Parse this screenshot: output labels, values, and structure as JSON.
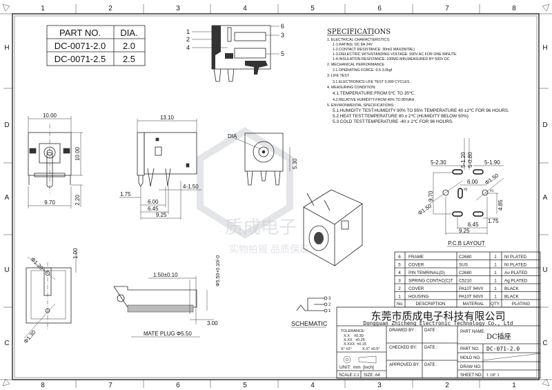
{
  "frame": {
    "columns_top": [
      "1",
      "2",
      "3",
      "4",
      "5",
      "6",
      "7",
      "8"
    ],
    "columns_bottom": [
      "8",
      "7",
      "6",
      "5",
      "4",
      "3",
      "2",
      "1"
    ],
    "rows": [
      "H",
      "D",
      "A",
      "U",
      "C"
    ]
  },
  "part_table": {
    "headers": [
      "PART NO.",
      "DIA."
    ],
    "rows": [
      [
        "DC-0071-2.0",
        "2.0"
      ],
      [
        "DC-0071-2.5",
        "2.5"
      ]
    ]
  },
  "exploded_labels": [
    "1",
    "2",
    "4",
    "6",
    "3",
    "5"
  ],
  "specifications": {
    "title": "SPECIFICATIONS",
    "lines": [
      "1. ELECTRICAL CHARACTERISTICS:",
      "1-1.RATING: DC 8A 24V",
      "1-2.CONTACT RESISTANCE: 30mΩ MAX(INITAL)",
      "1-3.DIELECTRIC WITHSTANDING VOLTAGE: 500V AC FOR ONE MINUTE",
      "1-4.INSULATION RESISTANCE: 100MΩ MIN,MEASURED BY 500V DC",
      "2. MECHANICAL PERFORMANCE",
      "2.1.OPERATING FORCE :0.5-3.0kgf",
      "3. LIFE TEST",
      "3.1.ELECTRONICS LIFE TEST 5,000 CYCLES.",
      "4. MEASURING CONDITION:",
      "4.1.TEMPERATURE:FROM 5℃ TO 35℃.",
      "4.2.RELATIVE HUMIDITY:FROM 45% TO 85%RH .",
      "5. ENVIRONMENTAL SPECIFICATIONS:",
      "5.1.HUMIDITY TEST:HUMIDITY 90% TO 95% TEMPERATURE 40 ±2℃ FOR 96 HOURS.",
      "5.2.HEAT TEST:TEMPERATURE 80 ± 2℃ (HUMIDITY BELOW 50%)",
      "5.3.COLD TEST:TEMPERATURE -40 ± 2℃ FOR 96 HOURS."
    ]
  },
  "dims": {
    "front_width": "10.00",
    "front_height": "10.00",
    "front_pin": "2.20",
    "front_base": "9.70",
    "side_len": "13.10",
    "side_175": "1.75",
    "side_600": "6.00",
    "side_645": "6.45",
    "side_925": "9.25",
    "side_pins": "4-1.50",
    "top_dia": "DIA",
    "top_530": "5.30",
    "pcb_a": "5-1.20",
    "pcb_b": "5-0.80",
    "pcb_c": "5-2.30",
    "pcb_d": "5-1.90",
    "pcb_600": "6.00",
    "pcb_970": "9.70",
    "pcb_phi_l": "Φ1.50",
    "pcb_phi_r": "Φ1.50",
    "pcb_485": "4.85",
    "pcb_175": "1.75",
    "pcb_645": "6.45",
    "pcb_925": "9.25",
    "pcb_p1": "#1",
    "pcb_p2": "#2",
    "pcb_title": "P.C.B LAYOUT",
    "bot_phi120": "Φ1.20",
    "bot_100": "1.00",
    "bot_phi130": "Φ1.30",
    "plug_150": "1.50±0.10",
    "plug_550": "Φ5.50+0.10/-0",
    "plug_300": "3.00",
    "plug_title": "MATE PLUG  Φ5.50"
  },
  "schematic": {
    "title": "SCHEMATIC",
    "pins": [
      "3",
      "2",
      "1"
    ]
  },
  "bom": {
    "rows": [
      [
        "6",
        "FRAME",
        "C2680",
        "1",
        "NI PLATED"
      ],
      [
        "5",
        "COVER",
        "SUS",
        "1",
        "NI PLATED"
      ],
      [
        "4",
        "PIN TEMRINAL(D)",
        "C2680",
        "1",
        "Au PLATED"
      ],
      [
        "3",
        "SPRING CONTAC(C)T",
        "C5210",
        "1",
        "Ag PLATED"
      ],
      [
        "2",
        "COVER",
        "PA10T 94V0",
        "1",
        "BLACK"
      ],
      [
        "1",
        "HOUSING",
        "PA10T 94V0",
        "1",
        "BLACK"
      ]
    ],
    "headers": [
      "No.",
      "DESCRIPTION",
      "MATERIAL",
      "QTY.",
      "PLATING"
    ]
  },
  "title_block": {
    "company_cn": "东莞市质成电子科技有限公司",
    "company_en": "Dongguan Zhicheng Electronic Technology Co., Ltd",
    "tolerance_title": "TOLERANCE:",
    "tolerances": [
      "X.X    ±0.30",
      "X.XX   ±0.25",
      "X.XXX  ±0.15"
    ],
    "angle_tol": [
      "X° ±2°",
      "X.X° ±0.5°"
    ],
    "unit": "UNIT:  mm  [inch]",
    "scale": "SCALE:1:1",
    "size": "SIZE: A4",
    "drawed_by": "DRAWED BY :",
    "checked_by": "CHECKED BY:",
    "approved_by": "APPROVED BY:",
    "date": "DATE :",
    "part_name_label": "PART NAME:",
    "part_name": "DC插座",
    "part_no_label": "PART NO.",
    "part_no": "DC-071-2.0",
    "mold_no_label": "MOLD NO.",
    "draw_no_label": "DRAW NO:",
    "sheet_no_label": "SHEET NO.",
    "sheet_no": "1 OF 1"
  },
  "watermark": {
    "line1": "质成电子",
    "line2": "实物拍摄 品质保证"
  }
}
